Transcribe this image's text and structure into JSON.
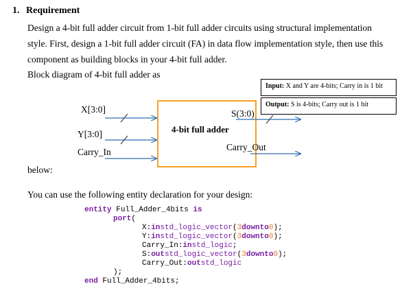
{
  "section": {
    "number": "1.",
    "title": "Requirement"
  },
  "intro_lines": [
    "Design a 4-bit full adder circuit from 1-bit full adder circuits using structural implementation",
    "style. First, design a 1-bit full adder circuit (FA) in data flow implementation style, then use this",
    "component as building blocks in your 4-bit full adder.",
    "Block diagram of 4-bit full adder as"
  ],
  "diagram": {
    "box_label": "4-bit full adder",
    "inputs": [
      "X[3:0]",
      "Y[3:0]",
      "Carry_In"
    ],
    "outputs": [
      "S(3:0)",
      "Carry_Out"
    ],
    "border_color": "#f5a025",
    "arrow_color": "#2f6db5"
  },
  "notes": {
    "input_label": "Input:",
    "input_text": "X and Y are 4-bits; Carry in is 1 bit",
    "output_label": "Output:",
    "output_text": "S is 4-bits; Carry out is 1 bit"
  },
  "below_text": "below:",
  "entity_text": "You can use the following entity declaration for your design:",
  "code": {
    "entity_kw": "entity",
    "entity_name": "Full_Adder_4bits",
    "is_kw": "is",
    "port_kw": "port",
    "open_paren": "(",
    "ports": [
      {
        "name": "X:",
        "dir": "in",
        "type": "std_logic_vector",
        "open": "(",
        "hi": "3",
        "range": "downto",
        "lo": "0",
        "end": ");"
      },
      {
        "name": "Y:",
        "dir": "in",
        "type": "std_logic_vector",
        "open": "(",
        "hi": "3",
        "range": "downto",
        "lo": "0",
        "end": ");"
      },
      {
        "name": "Carry_In:",
        "dir": "in",
        "type": "std_logic",
        "end": ";"
      },
      {
        "name": "S:",
        "dir": "out",
        "type": "std_logic_vector",
        "open": "(",
        "hi": "3",
        "range": "downto",
        "lo": "0",
        "end": ");"
      },
      {
        "name": "Carry_Out:",
        "dir": "out",
        "type": "std_logic",
        "end": ""
      }
    ],
    "close": ");",
    "end_kw": "end",
    "end_name": "Full_Adder_4bits;"
  }
}
